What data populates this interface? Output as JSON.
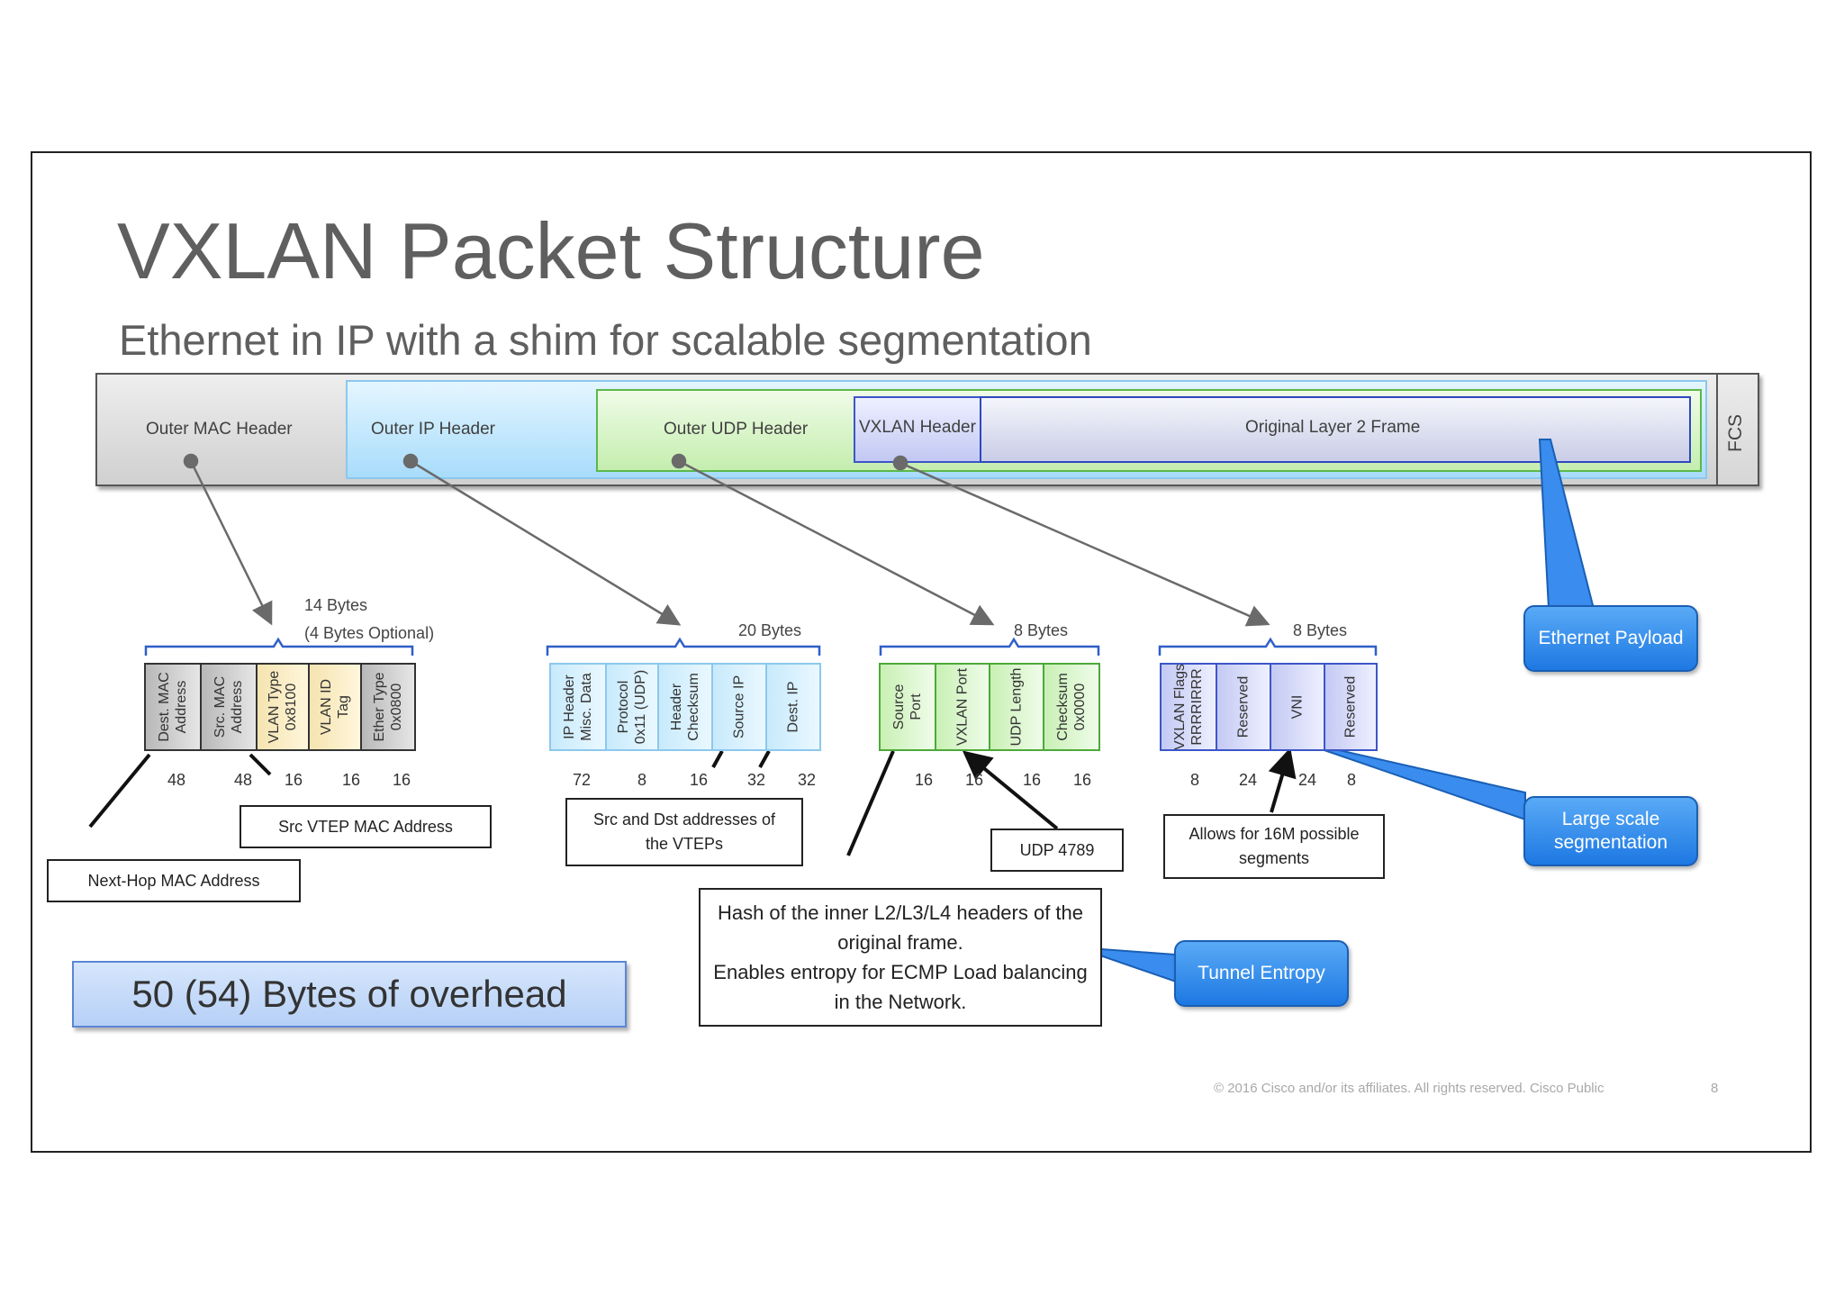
{
  "slide": {
    "title": "VXLAN Packet Structure",
    "subtitle": "Ethernet in IP with a shim for scalable segmentation"
  },
  "packet_bar": {
    "outer_mac": "Outer MAC Header",
    "outer_ip": "Outer IP Header",
    "outer_udp": "Outer UDP Header",
    "vxlan": "VXLAN Header",
    "original_l2": "Original Layer 2 Frame",
    "fcs": "FCS"
  },
  "mac_header": {
    "bytes": "14 Bytes",
    "bytes_optional": "(4 Bytes Optional)",
    "fields": [
      {
        "label": "Dest. MAC\nAddress",
        "bits": "48"
      },
      {
        "label": "Src. MAC\nAddress",
        "bits": "48"
      },
      {
        "label": "VLAN Type\n0x8100",
        "bits": "16"
      },
      {
        "label": "VLAN ID\nTag",
        "bits": "16"
      },
      {
        "label": "Ether Type\n0x0800",
        "bits": "16"
      }
    ]
  },
  "ip_header": {
    "bytes": "20 Bytes",
    "fields": [
      {
        "label": "IP Header\nMisc. Data",
        "bits": "72"
      },
      {
        "label": "Protocol\n0x11 (UDP)",
        "bits": "8"
      },
      {
        "label": "Header\nChecksum",
        "bits": "16"
      },
      {
        "label": "Source IP",
        "bits": "32"
      },
      {
        "label": "Dest. IP",
        "bits": "32"
      }
    ]
  },
  "udp_header": {
    "bytes": "8 Bytes",
    "fields": [
      {
        "label": "Source\nPort",
        "bits": "16"
      },
      {
        "label": "VXLAN Port",
        "bits": "16"
      },
      {
        "label": "UDP Length",
        "bits": "16"
      },
      {
        "label": "Checksum\n0x0000",
        "bits": "16"
      }
    ]
  },
  "vxlan_header": {
    "bytes": "8 Bytes",
    "fields": [
      {
        "label": "VXLAN Flags\nRRRRIRRR",
        "bits": "8"
      },
      {
        "label": "Reserved",
        "bits": "24"
      },
      {
        "label": "VNI",
        "bits": "24"
      },
      {
        "label": "Reserved",
        "bits": "8"
      }
    ]
  },
  "notes": {
    "next_hop_mac": "Next-Hop MAC Address",
    "src_vtep_mac": "Src VTEP MAC Address",
    "src_dst_vteps": "Src and Dst addresses of the VTEPs",
    "udp_4789": "UDP 4789",
    "allows_16m": "Allows for 16M possible segments",
    "hash_inner": "Hash of the inner L2/L3/L4 headers of the original frame.\nEnables entropy for ECMP Load balancing in the Network."
  },
  "callouts": {
    "ethernet_payload": "Ethernet Payload",
    "large_scale": "Large scale segmentation",
    "tunnel_entropy": "Tunnel Entropy"
  },
  "overhead": "50 (54) Bytes of overhead",
  "footer": {
    "copyright": "© 2016  Cisco and/or its affiliates. All rights reserved.   Cisco Public",
    "page": "8"
  },
  "colors": {
    "mac_gray": "#d0d0d0",
    "ip_blue": "#a8dcfb",
    "udp_green": "#c4eeae",
    "vxlan_indigo": "#3c56c8",
    "vlan_yellow": "#f5e4b0",
    "callout_blue": "#1d78e2"
  }
}
